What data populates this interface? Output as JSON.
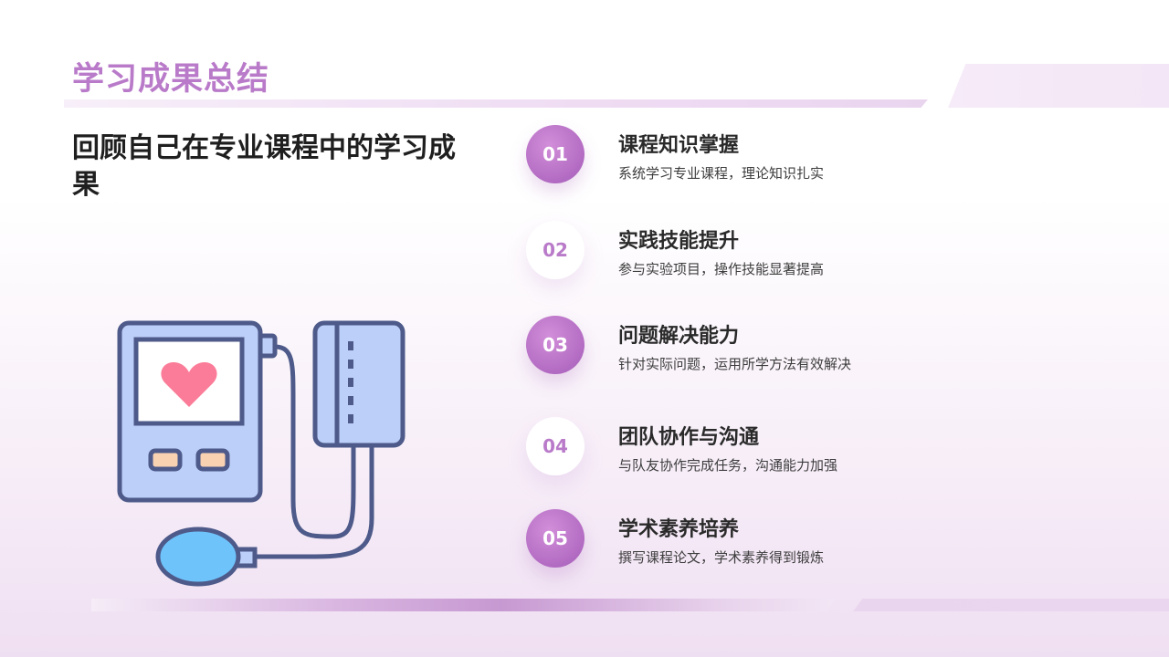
{
  "title": "学习成果总结",
  "subtitle": "回顾自己在专业课程中的学习成果",
  "items": [
    {
      "number": "01",
      "heading": "课程知识掌握",
      "desc": "系统学习专业课程，理论知识扎实"
    },
    {
      "number": "02",
      "heading": "实践技能提升",
      "desc": "参与实验项目，操作技能显著提高"
    },
    {
      "number": "03",
      "heading": "问题解决能力",
      "desc": "针对实际问题，运用所学方法有效解决"
    },
    {
      "number": "04",
      "heading": "团队协作与沟通",
      "desc": "与队友协作完成任务，沟通能力加强"
    },
    {
      "number": "05",
      "heading": "学术素养培养",
      "desc": "撰写课程论文，学术素养得到锻炼"
    }
  ],
  "illustration": {
    "icon": "blood-pressure-monitor-icon"
  },
  "colors": {
    "accent": "#b97bc9",
    "number_gradient_dark": "#a55db7"
  }
}
